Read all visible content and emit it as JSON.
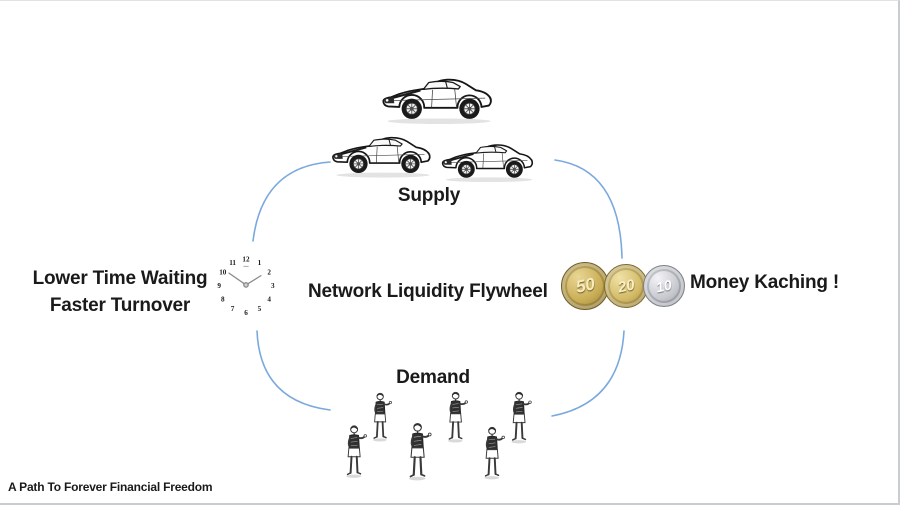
{
  "colors": {
    "arc": "#7BA9DE",
    "text": "#1a1a1a"
  },
  "labels": {
    "supply": "Supply",
    "demand": "Demand",
    "center_title": "Network Liquidity Flywheel",
    "left_line1": "Lower Time Waiting",
    "left_line2": "Faster Turnover",
    "right": "Money Kaching !",
    "footer": "A Path To Forever Financial Freedom"
  },
  "coins": [
    {
      "value": "50",
      "metal": "gold"
    },
    {
      "value": "20",
      "metal": "gold"
    },
    {
      "value": "10",
      "metal": "silver"
    }
  ],
  "clock": {
    "numbers": [
      "12",
      "1",
      "2",
      "3",
      "4",
      "5",
      "6",
      "7",
      "8",
      "9",
      "10",
      "11"
    ]
  },
  "icons": {
    "supply": "muscle-car-icon",
    "left": "wall-clock-icon",
    "right": "coins-icon",
    "demand": "person-icon"
  }
}
